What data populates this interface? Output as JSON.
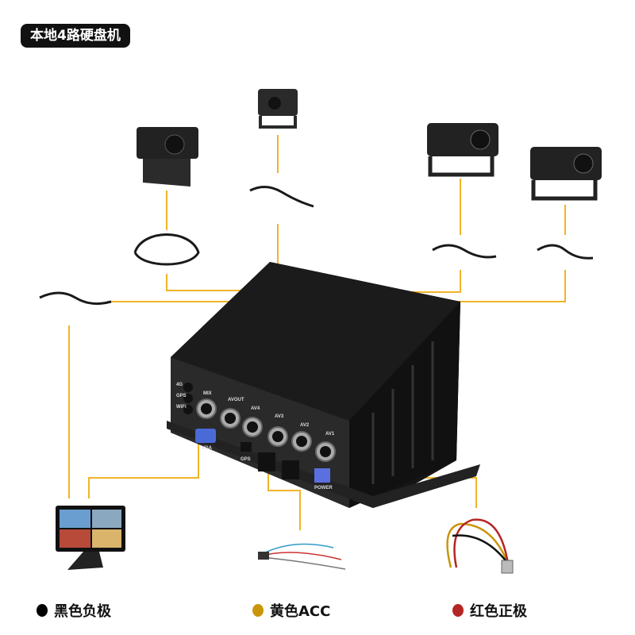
{
  "title": "本地4路硬盘机",
  "dvr_labels": {
    "led_4g": "4G",
    "led_gps": "GPS",
    "led_wifi": "WiFi",
    "mix": "MIX",
    "avout": "AVOUT",
    "av4": "AV4",
    "av3": "AV3",
    "av2": "AV2",
    "av1": "AV1",
    "vga": "VGA",
    "gps_port": "GPS",
    "power": "POWER"
  },
  "legend": [
    {
      "label": "黑色负极",
      "color": "#000000"
    },
    {
      "label": "黄色ACC",
      "color": "#c9960a"
    },
    {
      "label": "红色正极",
      "color": "#b52525"
    }
  ],
  "colors": {
    "connector_line": "#f0b429",
    "device": "#1e1e1e"
  }
}
